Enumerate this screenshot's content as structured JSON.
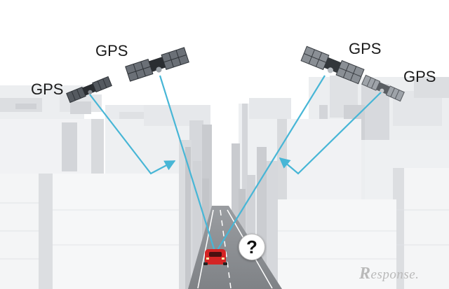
{
  "satellites": [
    {
      "label": "GPS"
    },
    {
      "label": "GPS"
    },
    {
      "label": "GPS"
    },
    {
      "label": "GPS"
    }
  ],
  "unknown_position_mark": "?",
  "watermark": {
    "initial": "R",
    "rest": "esponse."
  },
  "colors": {
    "signal": "#47b6d6",
    "car": "#d42424",
    "road": "#8c8f93",
    "lane_mark": "#ffffff",
    "building_face": "#eeeff1",
    "building_side": "#d8d9dc"
  }
}
